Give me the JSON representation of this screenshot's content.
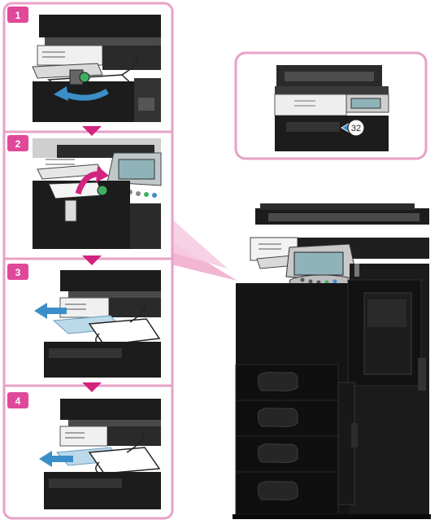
{
  "colors": {
    "frame": "#e8a1c7",
    "badge": "#e0489a",
    "arrow": "#d2237f",
    "machine_dark": "#1c1c1c",
    "machine_mid": "#4a4a4a",
    "machine_light": "#d9d9d9",
    "paper_blue": "#bcd9ea",
    "blue_arrow": "#3b8fc8",
    "screen": "#8fb3b8"
  },
  "steps": [
    {
      "number": "1",
      "action": "close-feed-tray-arrow"
    },
    {
      "number": "2",
      "action": "lift-lever-arrow"
    },
    {
      "number": "3",
      "action": "pull-paper-arrow"
    },
    {
      "number": "4",
      "action": "insert-paper-arrow"
    }
  ],
  "callout": {
    "label": "32",
    "icon": "arrow-left-icon"
  }
}
